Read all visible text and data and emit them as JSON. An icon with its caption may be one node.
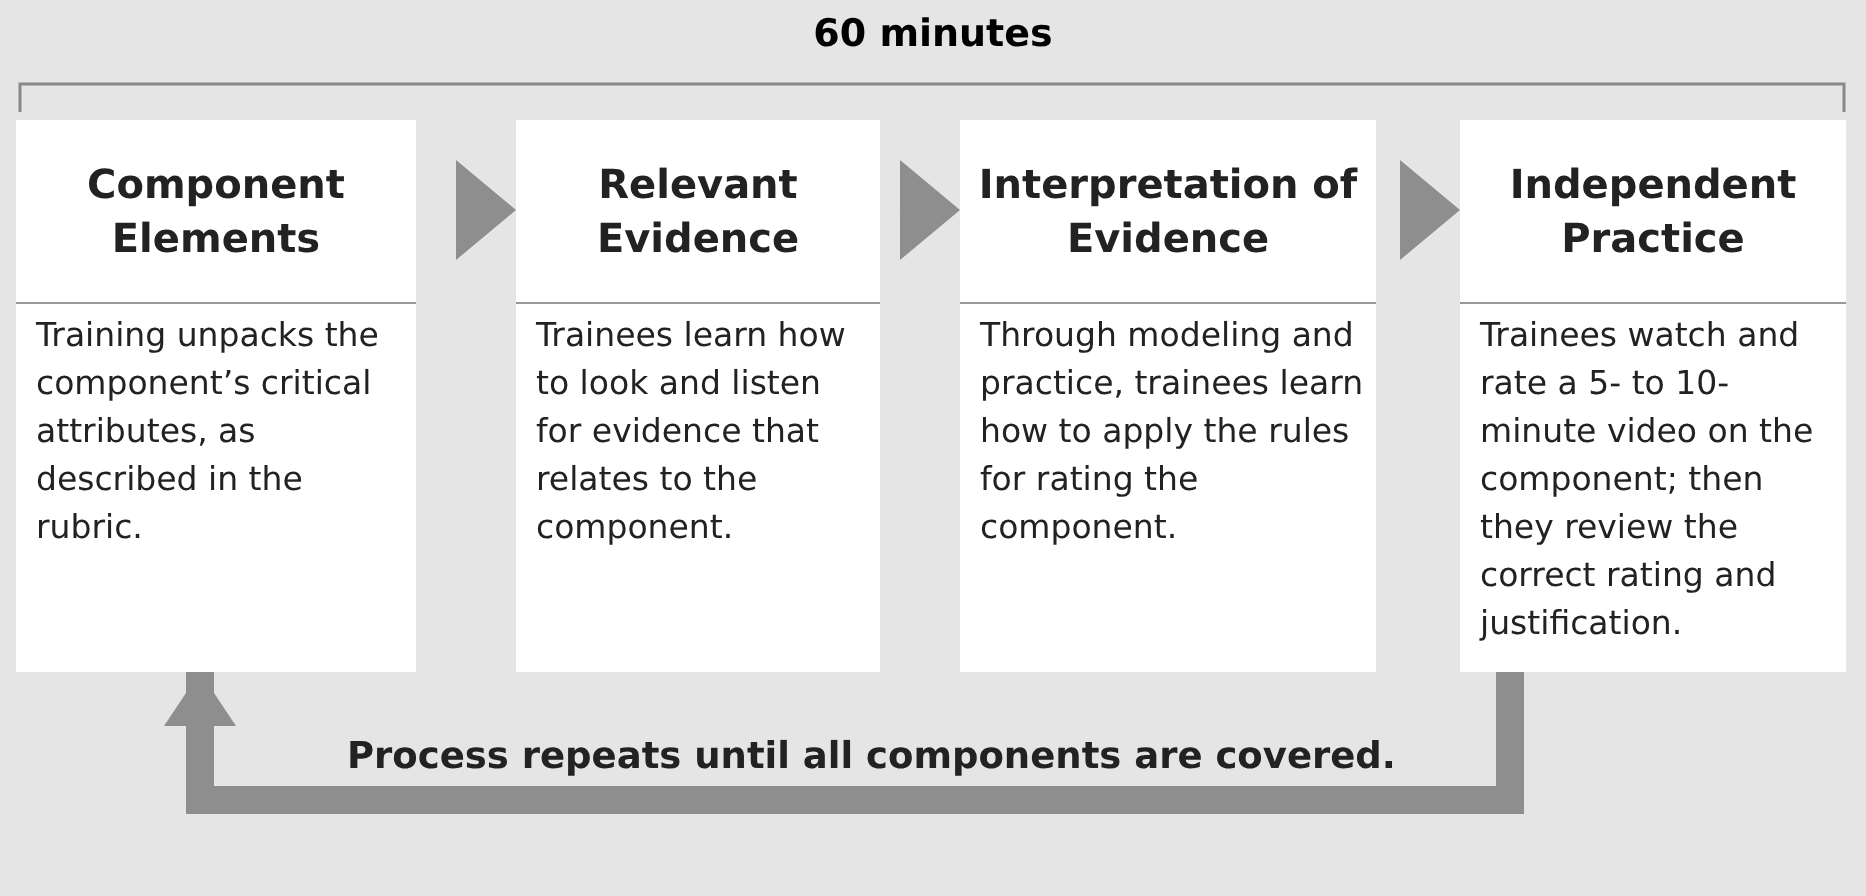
{
  "diagram": {
    "nodes": [
      {
        "text": [
          "Component Elements",
          "Training unpacks the component’s critical attributes, as described in the rubric."
        ]
      },
      {
        "text": [
          "Relevant Evidence",
          "Trainees learn how to look and listen for evidence that relates to the component."
        ]
      },
      {
        "text": [
          "Interpretation of Evidence",
          "Through modeling and practice, trainees learn how to apply the rules for rating the component."
        ]
      },
      {
        "text": [
          "Independent Practice",
          "Trainees watch and rate a 5- to 10-minute video on the component; then they review the correct rating and justification."
        ]
      }
    ],
    "edges": [
      {
        "from": 0,
        "to": 1,
        "arrow": "to"
      },
      {
        "from": 1,
        "to": 2,
        "arrow": "to"
      },
      {
        "from": 2,
        "to": 3,
        "arrow": "to"
      },
      {
        "from": 3,
        "to": 0,
        "arrow": "to",
        "label": "Process repeats until all components are covered.",
        "style": "thick"
      }
    ],
    "labels": [
      "60 minutes"
    ]
  }
}
